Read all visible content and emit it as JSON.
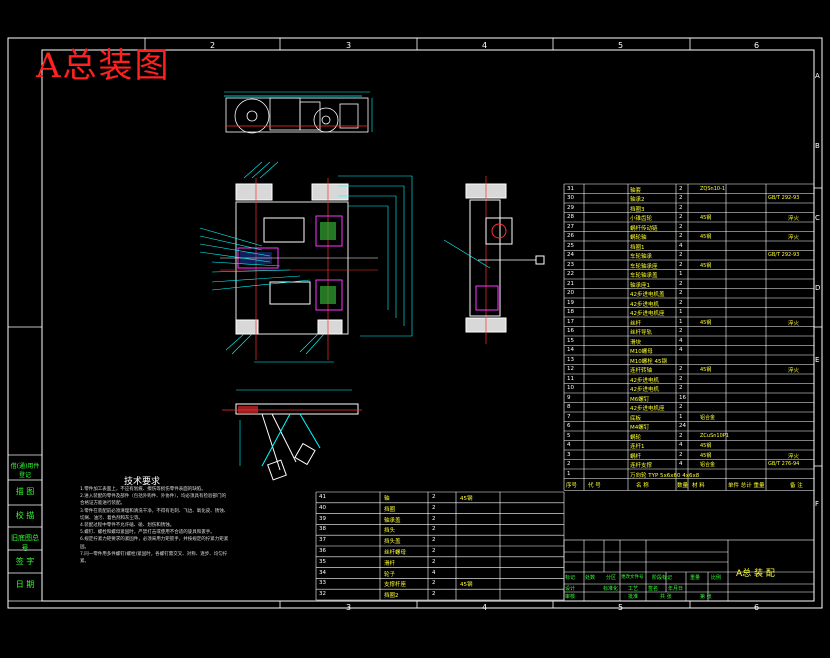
{
  "drawing": {
    "title": "A总装图",
    "columns_top": [
      "2",
      "3",
      "4",
      "5",
      "6"
    ],
    "columns_bottom": [
      "3",
      "4",
      "5",
      "6"
    ],
    "rows_right": [
      "A",
      "B",
      "C",
      "D",
      "E",
      "F"
    ],
    "colors": {
      "border": "#ffffff",
      "table": "#ffffff",
      "text_yellow": "#ffff33",
      "text_green": "#33ff33",
      "dim": "#00ffff",
      "part": "#ffffff",
      "hatch": "#ff3030",
      "magenta": "#ff33ff"
    }
  },
  "side_labels": [
    "借(通)用件登记",
    "描 图",
    "校 描",
    "旧底图总号",
    "签 字",
    "日 期"
  ],
  "tech_notes": {
    "title": "技术要求",
    "lines": [
      "1.零件加工表面上，不应有划痕、擦伤等损伤零件表面的缺陷。",
      "2.进入装配的零件及部件（包括外购件、外协件），均必须具有检验部门的合格证方能进行装配。",
      "3.零件在装配前必须清理和清洗干净，不得有毛刺、飞边、氧化皮、锈蚀、切屑、油污、着色剂和灰尘等。",
      "4.装配过程中零件不允许磕、碰、划伤和锈蚀。",
      "5.螺钉、螺栓和螺母紧固时，严禁打击或使用不合适的旋具和扳手。",
      "6.规定拧紧力矩要求的紧固件，必须采用力矩扳手，并按规定的拧紧力矩紧固。",
      "7.同一零件用多件螺钉(螺栓)紧固时，各螺钉需交叉、对称、逐步、均匀拧紧。"
    ]
  },
  "bom_right": {
    "rows": [
      {
        "no": "31",
        "name": "轴套",
        "qty": "2",
        "mat": "ZQSn10-1",
        "std": "",
        "note": ""
      },
      {
        "no": "30",
        "name": "轴承2",
        "qty": "2",
        "mat": "",
        "std": "GB/T 292-93",
        "note": ""
      },
      {
        "no": "29",
        "name": "挡圈3",
        "qty": "2",
        "mat": "",
        "std": "",
        "note": ""
      },
      {
        "no": "28",
        "name": "小锥齿轮",
        "qty": "2",
        "mat": "45钢",
        "std": "",
        "note": "淬火"
      },
      {
        "no": "27",
        "name": "蜗杆传动链",
        "qty": "2",
        "mat": "",
        "std": "",
        "note": ""
      },
      {
        "no": "26",
        "name": "蜗轮轴",
        "qty": "2",
        "mat": "45钢",
        "std": "",
        "note": "淬火"
      },
      {
        "no": "25",
        "name": "挡圈1",
        "qty": "4",
        "mat": "",
        "std": "",
        "note": ""
      },
      {
        "no": "24",
        "name": "车轮轴承",
        "qty": "2",
        "mat": "",
        "std": "GB/T 292-93",
        "note": ""
      },
      {
        "no": "23",
        "name": "车轮轴承座",
        "qty": "2",
        "mat": "45钢",
        "std": "",
        "note": ""
      },
      {
        "no": "22",
        "name": "车轮轴承盖",
        "qty": "1",
        "mat": "",
        "std": "",
        "note": ""
      },
      {
        "no": "21",
        "name": "轴承座1",
        "qty": "2",
        "mat": "",
        "std": "",
        "note": ""
      },
      {
        "no": "20",
        "name": "42步进电机盖",
        "qty": "2",
        "mat": "",
        "std": "",
        "note": ""
      },
      {
        "no": "19",
        "name": "42步进电机",
        "qty": "2",
        "mat": "",
        "std": "",
        "note": ""
      },
      {
        "no": "18",
        "name": "42步进电机座",
        "qty": "1",
        "mat": "",
        "std": "",
        "note": ""
      },
      {
        "no": "17",
        "name": "丝杆",
        "qty": "1",
        "mat": "45钢",
        "std": "",
        "note": "淬火"
      },
      {
        "no": "16",
        "name": "丝杆导轨",
        "qty": "2",
        "mat": "",
        "std": "",
        "note": ""
      },
      {
        "no": "15",
        "name": "滑块",
        "qty": "4",
        "mat": "",
        "std": "",
        "note": ""
      },
      {
        "no": "14",
        "name": "M10螺母",
        "qty": "4",
        "mat": "",
        "std": "",
        "note": ""
      },
      {
        "no": "13",
        "name": "M10螺栓 45钢",
        "qty": "",
        "mat": "",
        "std": "",
        "note": ""
      },
      {
        "no": "12",
        "name": "连杆转轴",
        "qty": "2",
        "mat": "45钢",
        "std": "",
        "note": "淬火"
      },
      {
        "no": "11",
        "name": "42步进电机",
        "qty": "2",
        "mat": "",
        "std": "",
        "note": ""
      },
      {
        "no": "10",
        "name": "42步进电机",
        "qty": "2",
        "mat": "",
        "std": "",
        "note": ""
      },
      {
        "no": "9",
        "name": "M6螺钉",
        "qty": "16",
        "mat": "",
        "std": "",
        "note": ""
      },
      {
        "no": "8",
        "name": "42步进电机座",
        "qty": "2",
        "mat": "",
        "std": "",
        "note": ""
      },
      {
        "no": "7",
        "name": "底板",
        "qty": "1",
        "mat": "铝合金",
        "std": "",
        "note": ""
      },
      {
        "no": "6",
        "name": "M4螺钉",
        "qty": "24",
        "mat": "",
        "std": "",
        "note": ""
      },
      {
        "no": "5",
        "name": "蜗轮",
        "qty": "2",
        "mat": "ZCuSn10P1",
        "std": "",
        "note": ""
      },
      {
        "no": "4",
        "name": "连杆1",
        "qty": "4",
        "mat": "45钢",
        "std": "",
        "note": ""
      },
      {
        "no": "3",
        "name": "蜗杆",
        "qty": "2",
        "mat": "45钢",
        "std": "",
        "note": "淬火"
      },
      {
        "no": "2",
        "name": "连杆支撑",
        "qty": "4",
        "mat": "铝合金",
        "std": "GB/T 276-94",
        "note": ""
      },
      {
        "no": "1",
        "name": "万向轮 TYP 5x6x60 4x6x8",
        "qty": "",
        "mat": "",
        "std": "",
        "note": ""
      }
    ],
    "header": [
      "序号",
      "代 号",
      "名 称",
      "数量",
      "材 料",
      "单件 总计 重量",
      "备 注"
    ]
  },
  "bom_left": {
    "rows": [
      {
        "no": "41",
        "name": "轴",
        "qty": "2",
        "mat": "45钢"
      },
      {
        "no": "40",
        "name": "挡圈",
        "qty": "2",
        "mat": ""
      },
      {
        "no": "39",
        "name": "轴承盖",
        "qty": "2",
        "mat": ""
      },
      {
        "no": "38",
        "name": "挡头",
        "qty": "2",
        "mat": ""
      },
      {
        "no": "37",
        "name": "挡头盖",
        "qty": "2",
        "mat": ""
      },
      {
        "no": "36",
        "name": "丝杆螺母",
        "qty": "2",
        "mat": ""
      },
      {
        "no": "35",
        "name": "滑杆",
        "qty": "2",
        "mat": ""
      },
      {
        "no": "34",
        "name": "轮子",
        "qty": "4",
        "mat": ""
      },
      {
        "no": "33",
        "name": "支撑杆座",
        "qty": "2",
        "mat": "45钢"
      },
      {
        "no": "32",
        "name": "挡圈2",
        "qty": "2",
        "mat": ""
      }
    ]
  },
  "title_block": {
    "name": "A总 装 配",
    "left_labels": [
      "标记",
      "处数",
      "分区",
      "更改文件号",
      "签名",
      "年月日"
    ],
    "left_labels2": [
      "设计",
      "标准化",
      "审核",
      "工艺",
      "批准"
    ],
    "stage_labels": [
      "阶段标记",
      "重量",
      "比例"
    ],
    "sheet_labels": [
      "共 张",
      "第 张"
    ]
  }
}
